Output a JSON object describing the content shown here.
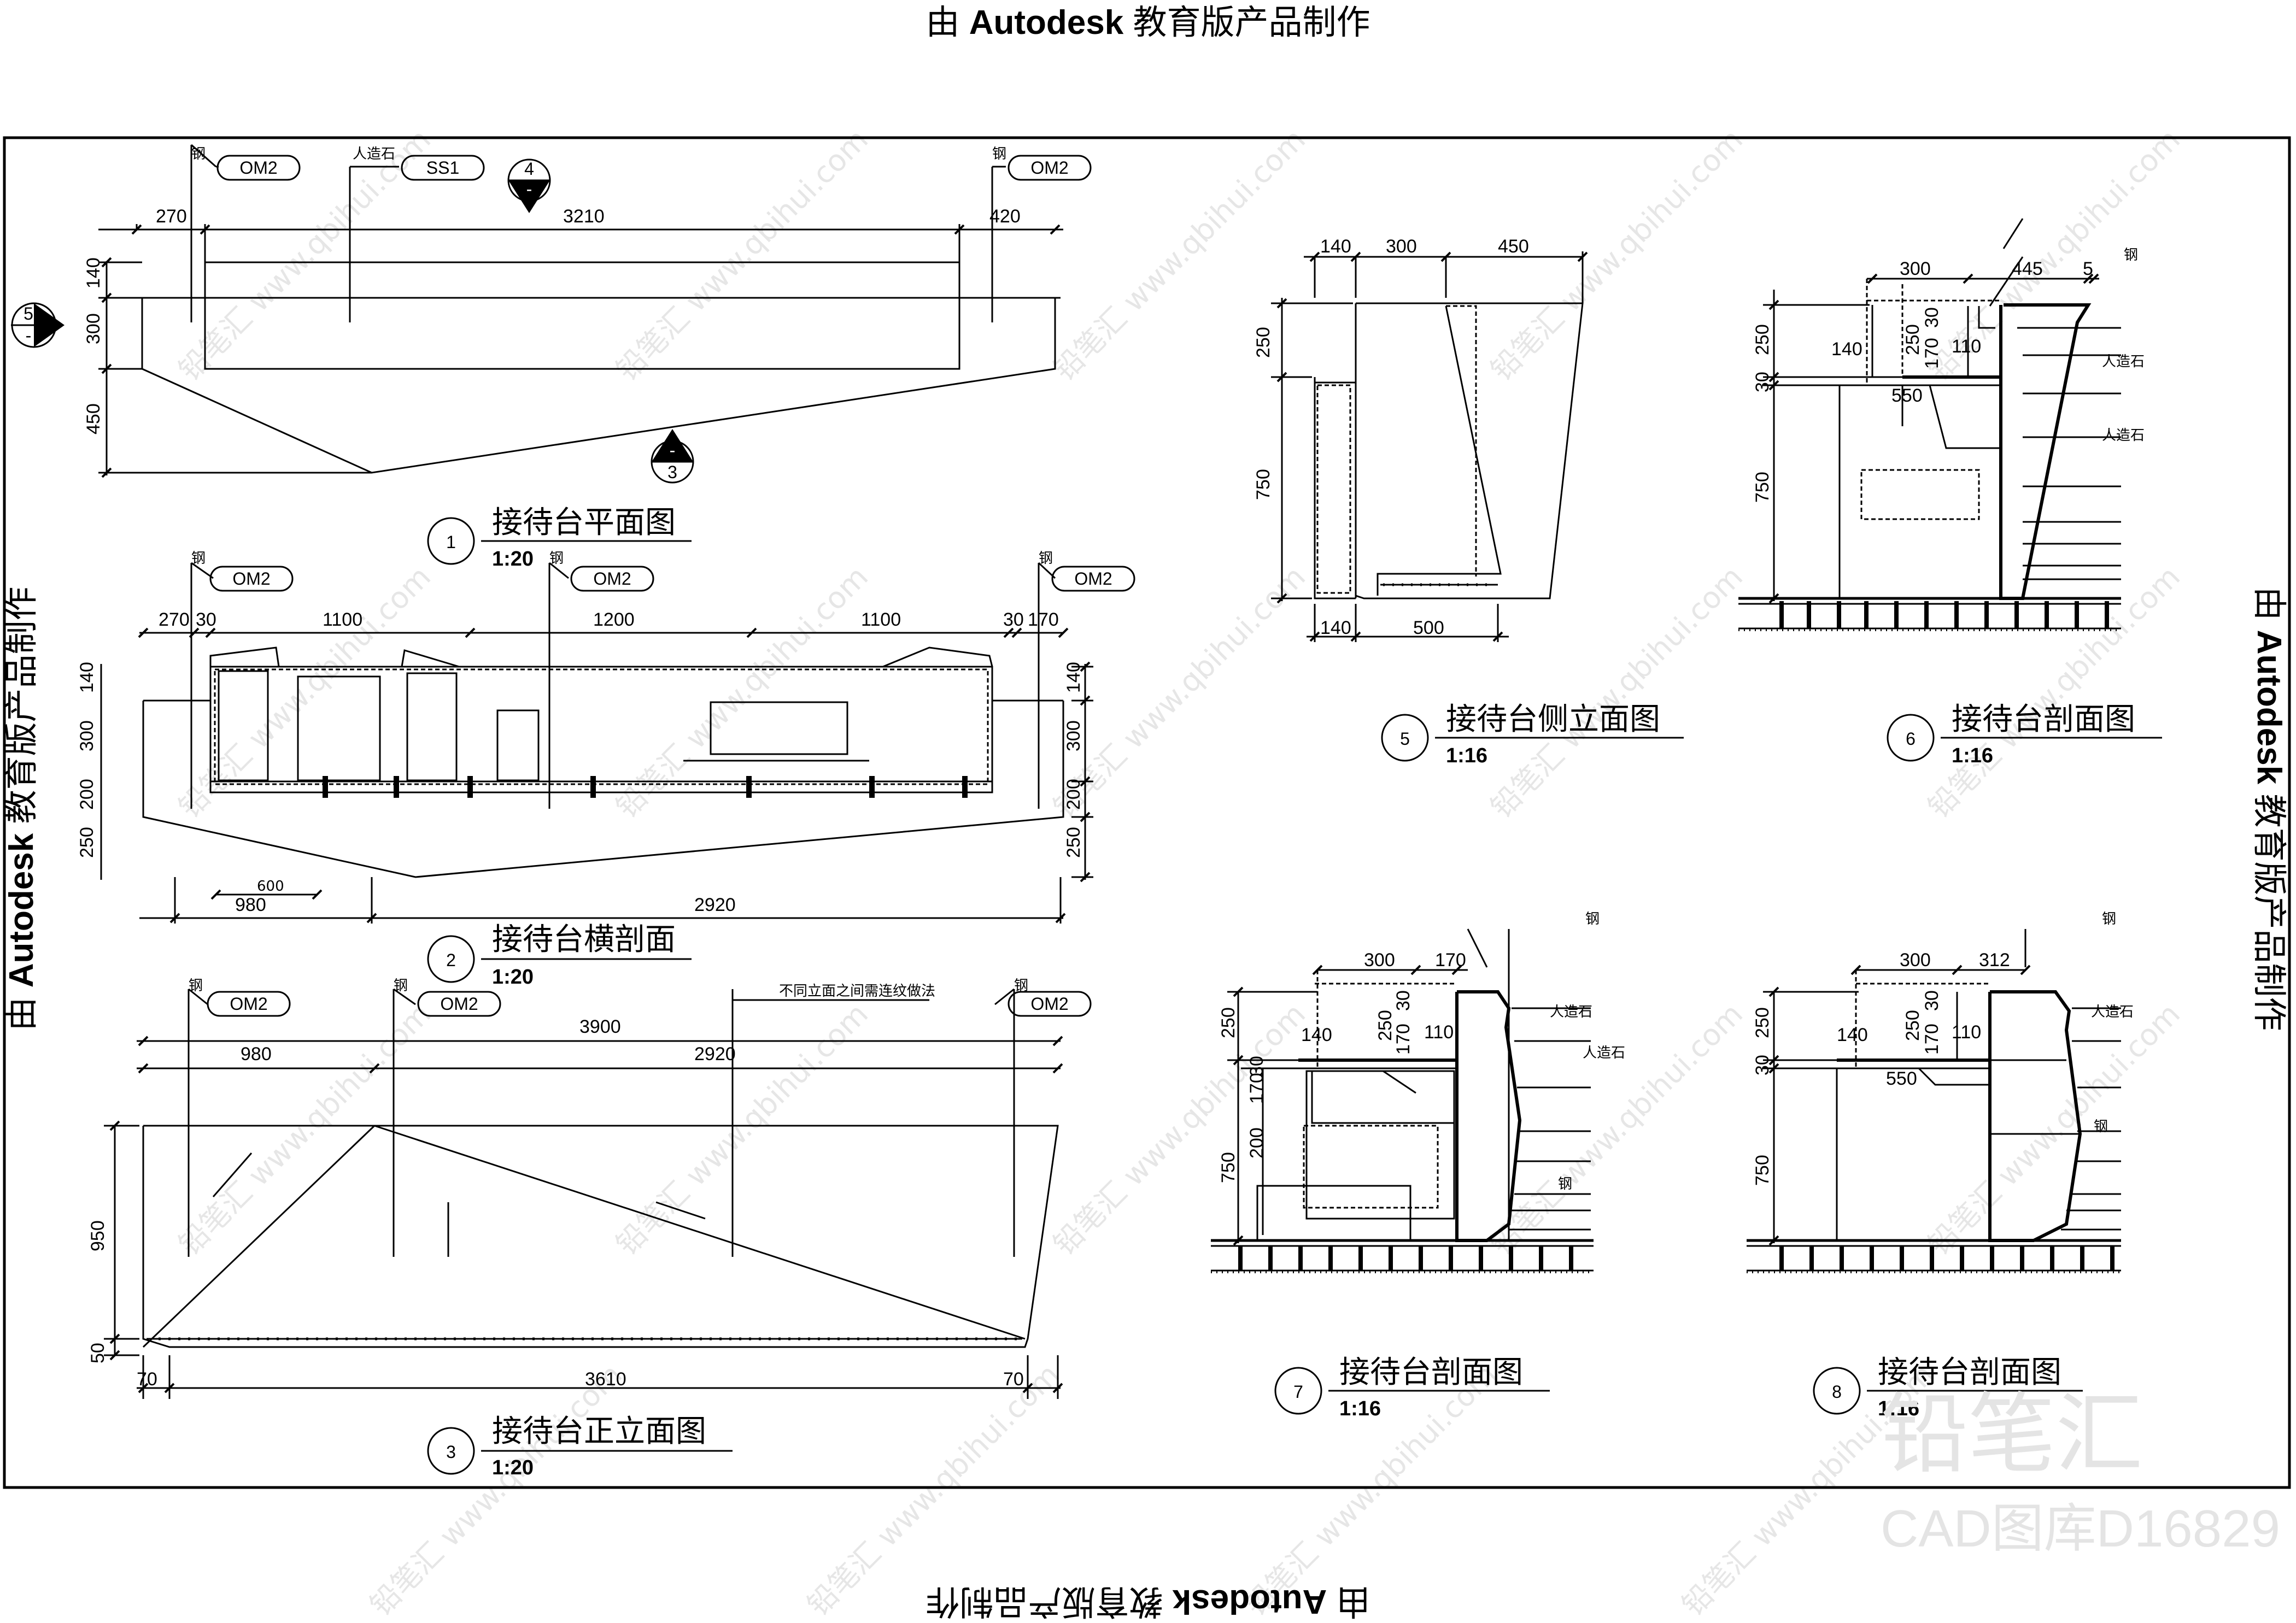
{
  "watermark": {
    "edu_prefix": "由",
    "edu_brand": "Autodesk",
    "edu_suffix": "教育版产品制作",
    "site_text": "铅笔汇 www.qbihui.com",
    "logo_text": "铅笔汇",
    "catalog_text": "CAD图库D16829"
  },
  "tags": {
    "om2": "OM2",
    "ss1": "SS1",
    "mat_steel": "钢",
    "mat_stone": "人造石",
    "note_mitre": "不同立面之间需连纹做法"
  },
  "drawings": {
    "d1": {
      "num": "1",
      "title": "接待台平面图",
      "scale": "1:20"
    },
    "d2": {
      "num": "2",
      "title": "接待台横剖面",
      "scale": "1:20"
    },
    "d3": {
      "num": "3",
      "title": "接待台正立面图",
      "scale": "1:20"
    },
    "d5": {
      "num": "5",
      "title": "接待台侧立面图",
      "scale": "1:16"
    },
    "d6": {
      "num": "6",
      "title": "接待台剖面图",
      "scale": "1:16"
    },
    "d7": {
      "num": "7",
      "title": "接待台剖面图",
      "scale": "1:16"
    },
    "d8": {
      "num": "8",
      "title": "接待台剖面图",
      "scale": "1:16"
    }
  },
  "section_marks": {
    "m4": {
      "num": "4",
      "sub": "-"
    },
    "m3": {
      "num": "3",
      "sub": "-"
    },
    "m5": {
      "num": "5",
      "sub": "-"
    }
  },
  "dims": {
    "plan_top": [
      "270",
      "3210",
      "420"
    ],
    "plan_left": [
      "140",
      "300",
      "450"
    ],
    "sec2_top": [
      "270",
      "30",
      "1100",
      "1200",
      "1100",
      "30",
      "170"
    ],
    "sec2_side": [
      "140",
      "300",
      "200",
      "250"
    ],
    "sec2_bottom": [
      "600",
      "980",
      "2920"
    ],
    "elev3_top": [
      "3900",
      "980",
      "2920"
    ],
    "elev3_left": [
      "950",
      "50"
    ],
    "elev3_bottom": [
      "70",
      "3610",
      "70"
    ],
    "side5_top": [
      "140",
      "300",
      "450"
    ],
    "side5_left": [
      "250",
      "750"
    ],
    "side5_bottom": [
      "140",
      "500"
    ],
    "sec6_top": [
      "300",
      "445",
      "5"
    ],
    "sec6_inner": [
      "140",
      "250",
      "170",
      "30",
      "110",
      "550"
    ],
    "sec6_left": [
      "250",
      "30",
      "750"
    ],
    "sec7_top": [
      "300",
      "170"
    ],
    "sec7_inner": [
      "140",
      "250",
      "170",
      "30",
      "110"
    ],
    "sec7_left": [
      "250",
      "170",
      "30",
      "200",
      "750"
    ],
    "sec8_top": [
      "300",
      "312"
    ],
    "sec8_inner": [
      "140",
      "250",
      "170",
      "30",
      "110",
      "550"
    ],
    "sec8_left": [
      "250",
      "30",
      "750"
    ]
  }
}
